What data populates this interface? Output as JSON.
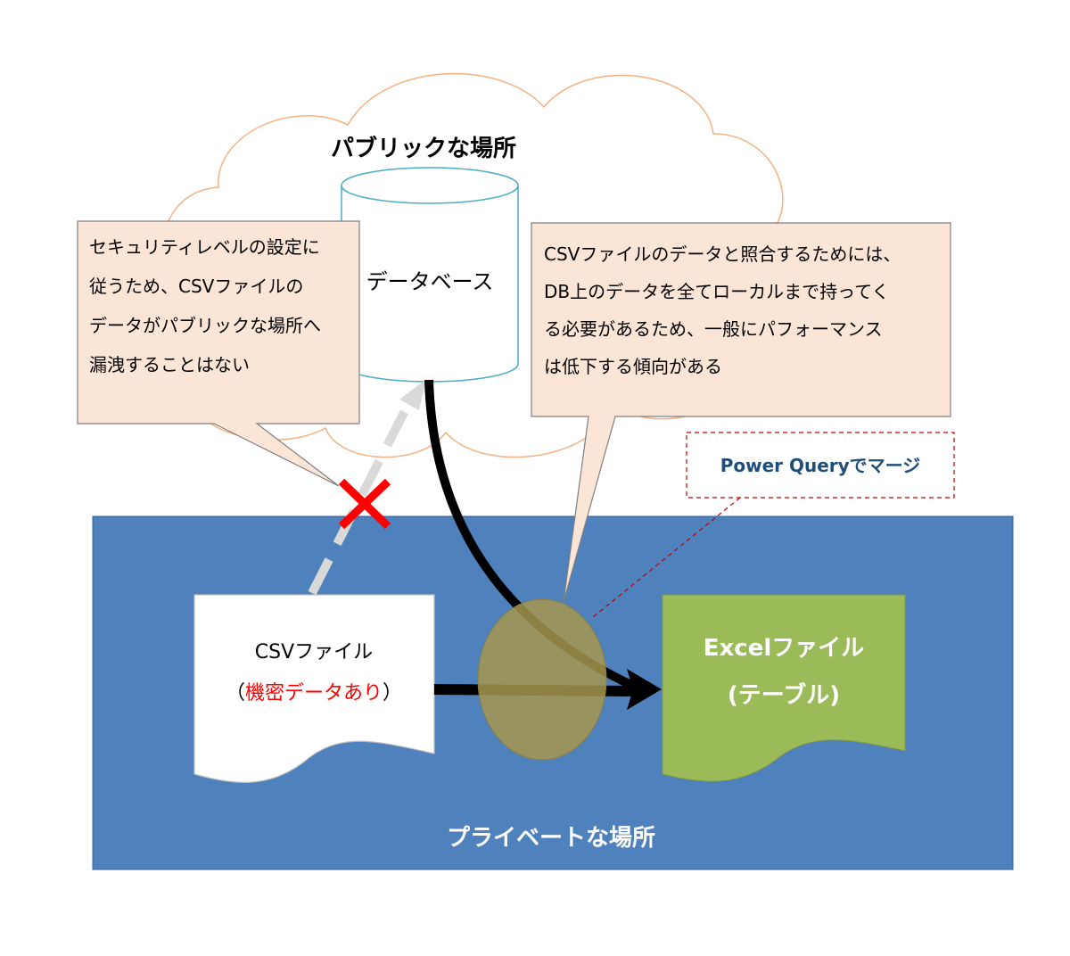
{
  "cloud": {
    "title": "パブリックな場所"
  },
  "database": {
    "label": "データベース"
  },
  "private_area": {
    "label": "プライベートな場所"
  },
  "callout_left": {
    "lines": [
      "セキュリティレベルの設定に",
      "従うため、CSVファイルの",
      "データがパブリックな場所へ",
      "漏洩することはない"
    ]
  },
  "callout_right": {
    "lines": [
      "CSVファイルのデータと照合するためには、",
      "DB上のデータを全てローカルまで持ってく",
      "る必要があるため、一般にパフォーマンス",
      "は低下する傾向がある"
    ]
  },
  "merge_label": {
    "text": "Power Queryでマージ"
  },
  "csv_doc": {
    "name": "CSVファイル",
    "note_open": "（",
    "note": "機密データあり",
    "note_close": "）"
  },
  "excel_doc": {
    "name": "Excelファイル",
    "sub": "(テーブル)"
  },
  "colors": {
    "cloud_stroke": "#f4b183",
    "private_fill": "#4f81bd",
    "excel_fill": "#9bbb59",
    "callout_fill": "#fbe5d6",
    "merge_ellipse": "#a6974f",
    "dashed_red": "#c00000",
    "cross": "#ff0000",
    "note_red": "#ff0000",
    "merge_text": "#1f4e79"
  }
}
